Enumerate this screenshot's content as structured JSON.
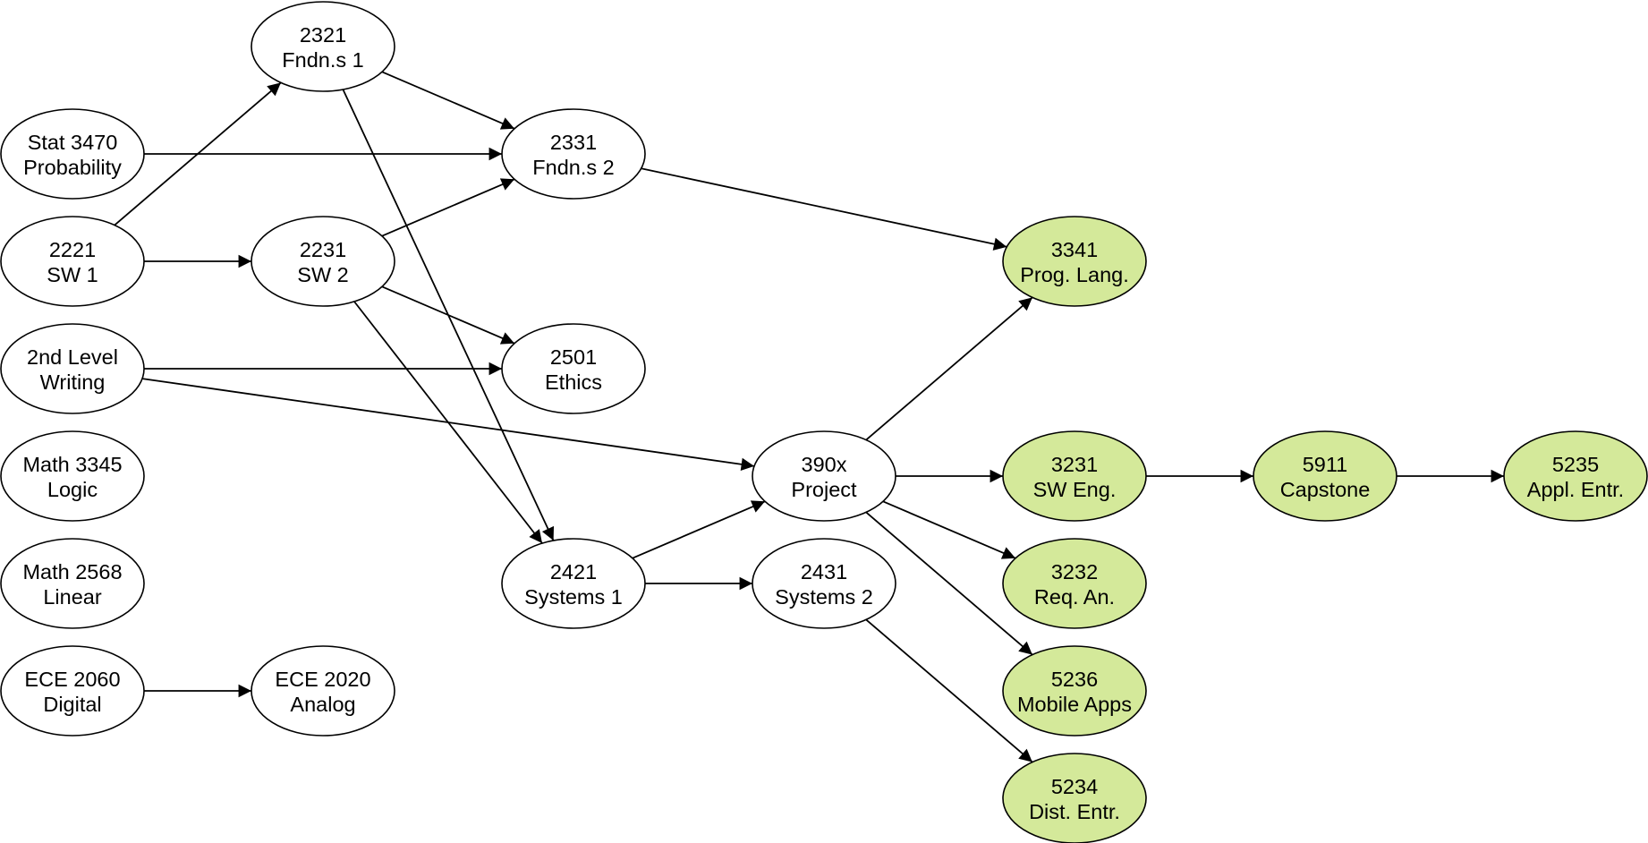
{
  "colors": {
    "default_fill": "#ffffff",
    "highlight_fill": "#d4e99a",
    "stroke": "#000000"
  },
  "nodes": [
    {
      "id": "2321",
      "line1": "2321",
      "line2": "Fndn.s 1",
      "highlighted": false
    },
    {
      "id": "stat3470",
      "line1": "Stat 3470",
      "line2": "Probability",
      "highlighted": false
    },
    {
      "id": "2331",
      "line1": "2331",
      "line2": "Fndn.s 2",
      "highlighted": false
    },
    {
      "id": "2221",
      "line1": "2221",
      "line2": "SW 1",
      "highlighted": false
    },
    {
      "id": "2231",
      "line1": "2231",
      "line2": "SW 2",
      "highlighted": false
    },
    {
      "id": "3341",
      "line1": "3341",
      "line2": "Prog. Lang.",
      "highlighted": true
    },
    {
      "id": "writing",
      "line1": "2nd Level",
      "line2": "Writing",
      "highlighted": false
    },
    {
      "id": "2501",
      "line1": "2501",
      "line2": "Ethics",
      "highlighted": false
    },
    {
      "id": "math3345",
      "line1": "Math 3345",
      "line2": "Logic",
      "highlighted": false
    },
    {
      "id": "390x",
      "line1": "390x",
      "line2": "Project",
      "highlighted": false
    },
    {
      "id": "3231",
      "line1": "3231",
      "line2": "SW Eng.",
      "highlighted": true
    },
    {
      "id": "5911",
      "line1": "5911",
      "line2": "Capstone",
      "highlighted": true
    },
    {
      "id": "5235",
      "line1": "5235",
      "line2": "Appl. Entr.",
      "highlighted": true
    },
    {
      "id": "math2568",
      "line1": "Math 2568",
      "line2": "Linear",
      "highlighted": false
    },
    {
      "id": "2421",
      "line1": "2421",
      "line2": "Systems 1",
      "highlighted": false
    },
    {
      "id": "2431",
      "line1": "2431",
      "line2": "Systems 2",
      "highlighted": false
    },
    {
      "id": "3232",
      "line1": "3232",
      "line2": "Req. An.",
      "highlighted": true
    },
    {
      "id": "ece2060",
      "line1": "ECE 2060",
      "line2": "Digital",
      "highlighted": false
    },
    {
      "id": "ece2020",
      "line1": "ECE 2020",
      "line2": "Analog",
      "highlighted": false
    },
    {
      "id": "5236",
      "line1": "5236",
      "line2": "Mobile Apps",
      "highlighted": true
    },
    {
      "id": "5234",
      "line1": "5234",
      "line2": "Dist. Entr.",
      "highlighted": true
    }
  ],
  "edges": [
    {
      "from": "2321",
      "to": "2331"
    },
    {
      "from": "2321",
      "to": "2421"
    },
    {
      "from": "stat3470",
      "to": "2331"
    },
    {
      "from": "2221",
      "to": "2321"
    },
    {
      "from": "2221",
      "to": "2231"
    },
    {
      "from": "2231",
      "to": "2331"
    },
    {
      "from": "2231",
      "to": "2501"
    },
    {
      "from": "2231",
      "to": "2421"
    },
    {
      "from": "2331",
      "to": "3341"
    },
    {
      "from": "writing",
      "to": "2501"
    },
    {
      "from": "writing",
      "to": "390x"
    },
    {
      "from": "2421",
      "to": "390x"
    },
    {
      "from": "2421",
      "to": "2431"
    },
    {
      "from": "390x",
      "to": "3341"
    },
    {
      "from": "390x",
      "to": "3231"
    },
    {
      "from": "390x",
      "to": "3232"
    },
    {
      "from": "390x",
      "to": "5236"
    },
    {
      "from": "3231",
      "to": "5911"
    },
    {
      "from": "5911",
      "to": "5235"
    },
    {
      "from": "2431",
      "to": "5234"
    },
    {
      "from": "ece2060",
      "to": "ece2020"
    }
  ]
}
